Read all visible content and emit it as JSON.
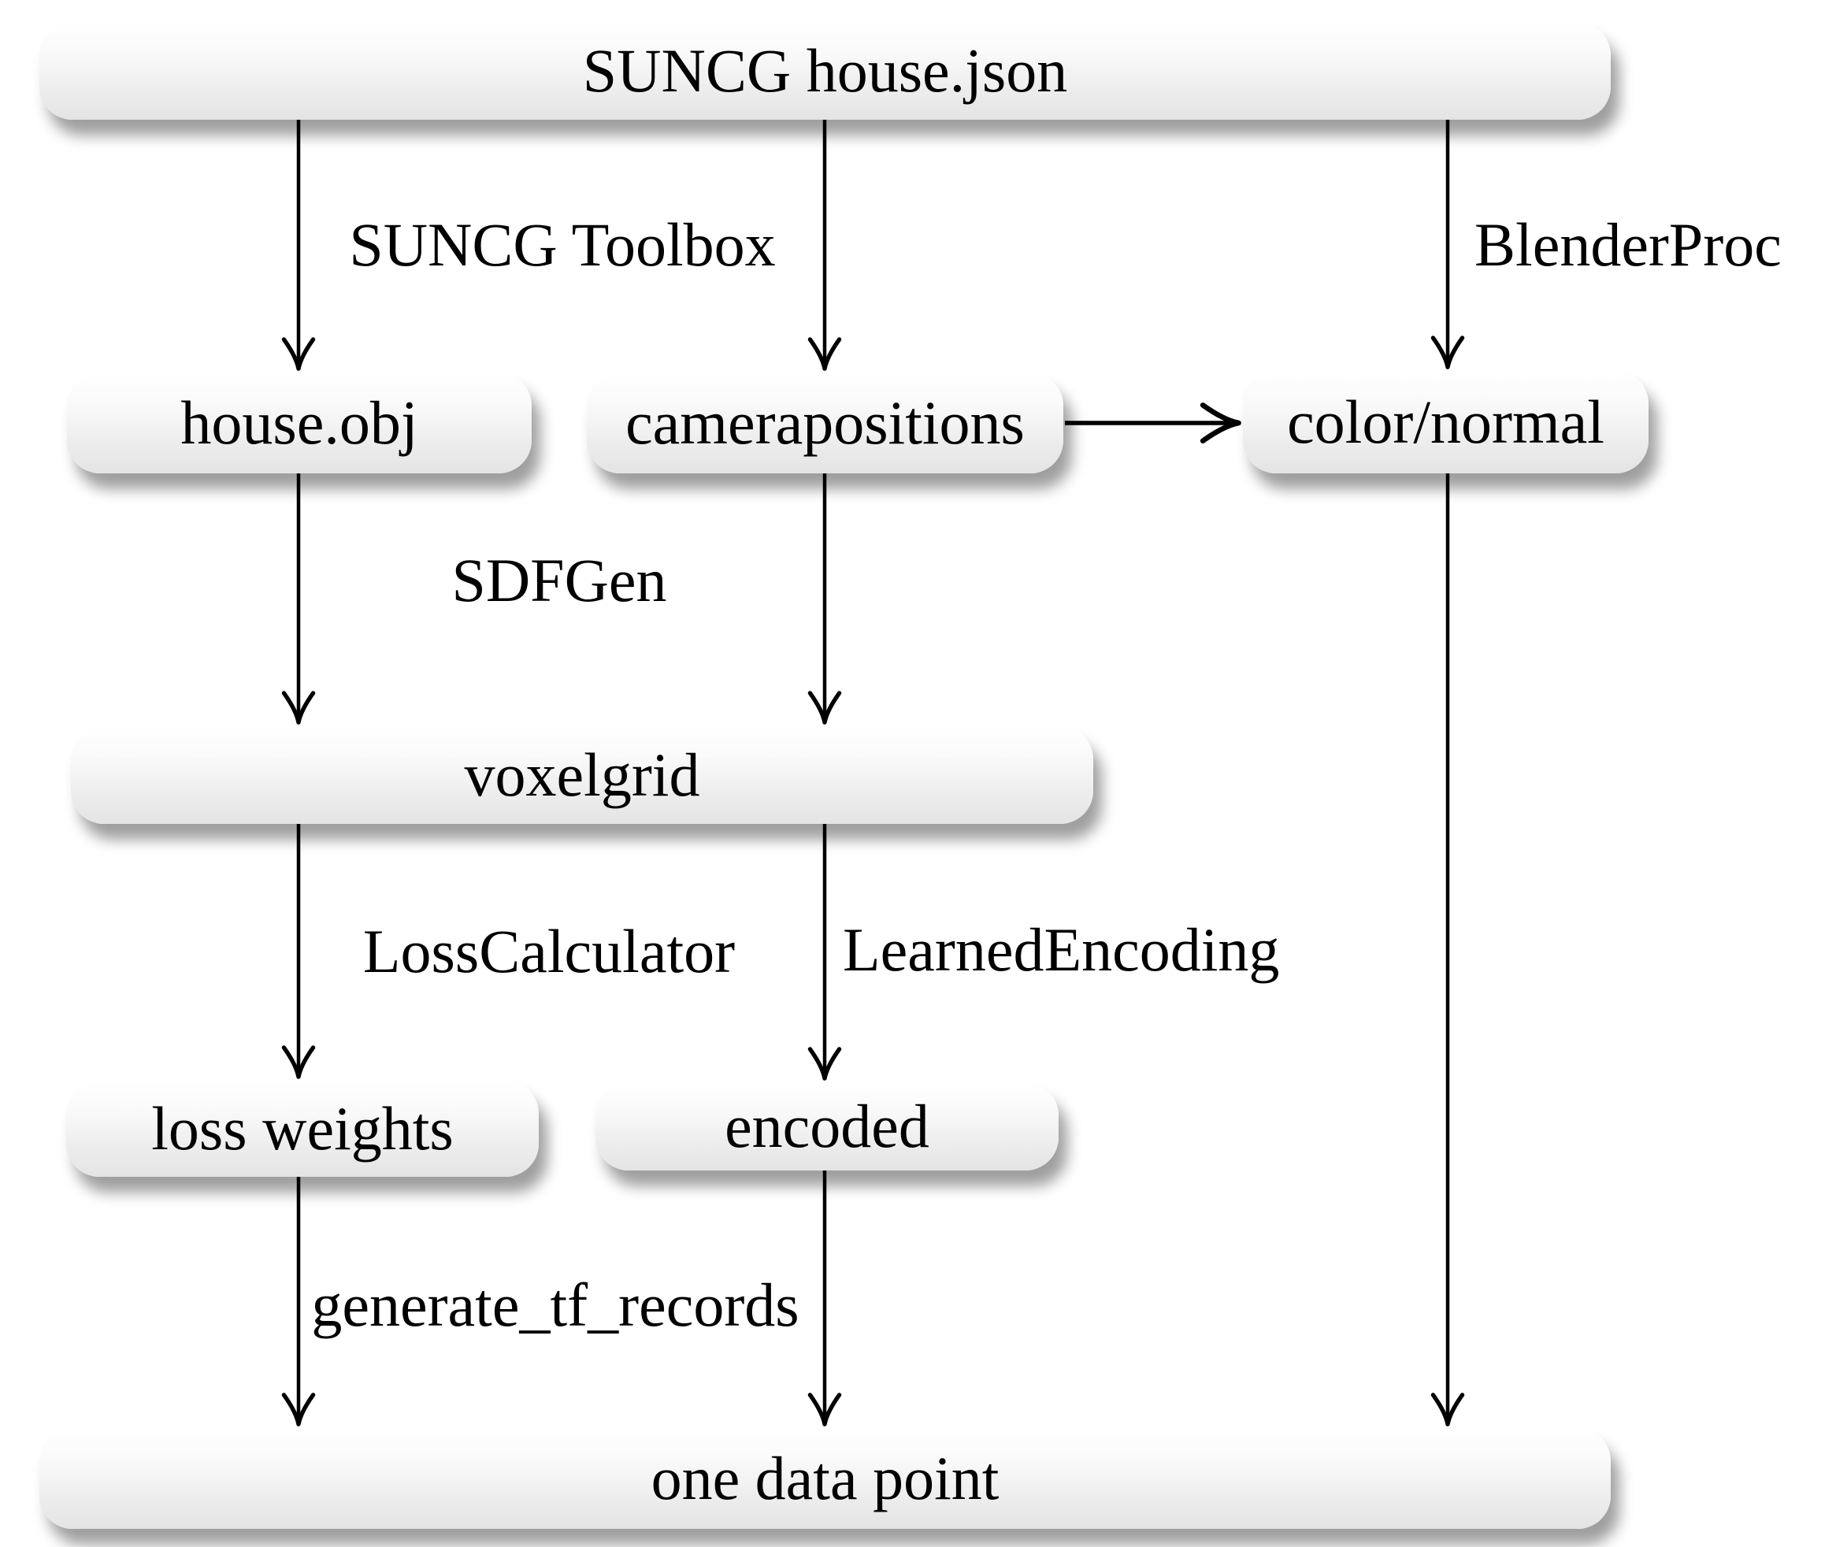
{
  "diagram": {
    "title": "SUNCG data generation pipeline flowchart",
    "nodes": {
      "suncg_house_json": {
        "label": "SUNCG house.json"
      },
      "house_obj": {
        "label": "house.obj"
      },
      "camerapositions": {
        "label": "camerapositions"
      },
      "color_normal": {
        "label": "color/normal"
      },
      "voxelgrid": {
        "label": "voxelgrid"
      },
      "loss_weights": {
        "label": "loss weights"
      },
      "encoded": {
        "label": "encoded"
      },
      "one_data_point": {
        "label": "one data point"
      }
    },
    "edge_labels": {
      "suncg_toolbox": "SUNCG Toolbox",
      "blenderproc": "BlenderProc",
      "sdfgen": "SDFGen",
      "loss_calculator": "LossCalculator",
      "learned_encoding": "LearnedEncoding",
      "generate_tf_records": "generate_tf_records"
    },
    "colors": {
      "background": "#ffffff",
      "node_fill_top": "#ffffff",
      "node_fill_bottom": "#e4e4e4",
      "node_shadow": "rgba(0,0,0,0.38)",
      "arrow": "#000000",
      "text": "#000000"
    }
  }
}
